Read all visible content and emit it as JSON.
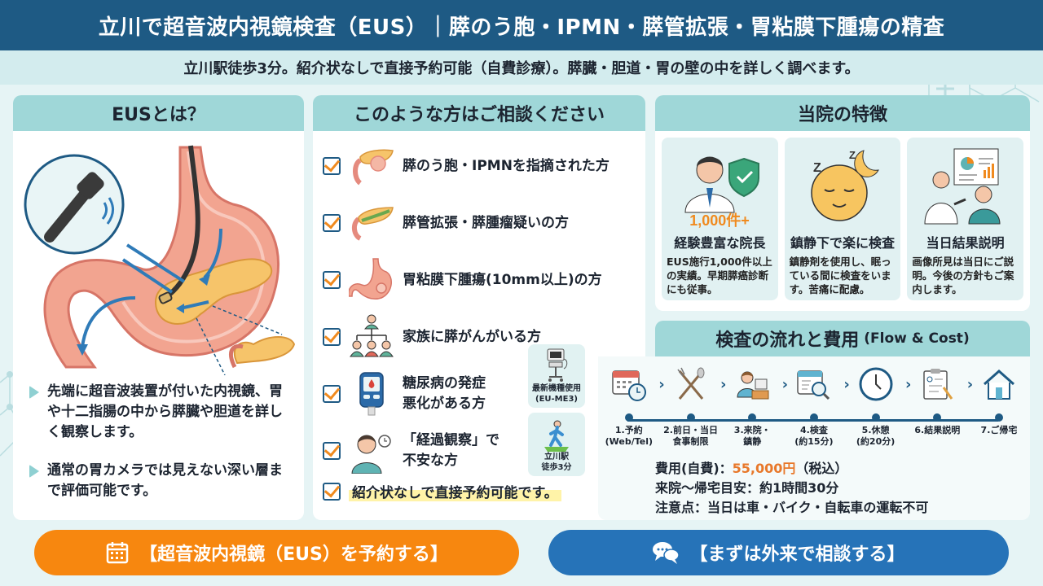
{
  "header": {
    "title": "立川で超音波内視鏡検査（EUS）｜膵のう胞・IPMN・膵管拡張・胃粘膜下腫瘍の精査",
    "subtitle": "立川駅徒歩3分。紹介状なしで直接予約可能（自費診療）。膵臓・胆道・胃の壁の中を詳しく調べます。"
  },
  "colors": {
    "header_bg": "#1e5a84",
    "section_head": "#9fd7d8",
    "accent_orange": "#f7870f",
    "accent_blue": "#2673b8",
    "price": "#e8782a"
  },
  "eus": {
    "title": "EUSとは？",
    "bullets": [
      "先端に超音波装置が付いた内視鏡、胃や十二指腸の中から膵臓や胆道を詳しく観察します。",
      "通常の胃カメラでは見えない深い層まで評価可能です。"
    ]
  },
  "consult": {
    "title": "このような方はご相談ください",
    "items": [
      {
        "icon": "pancreas-cyst-icon",
        "text": "膵のう胞・IPMNを指摘された方"
      },
      {
        "icon": "pancreatic-duct-icon",
        "text": "膵管拡張・膵腫瘤疑いの方"
      },
      {
        "icon": "stomach-icon",
        "text": "胃粘膜下腫瘍(10mm以上)の方"
      },
      {
        "icon": "family-tree-icon",
        "text": "家族に膵がんがいる方"
      },
      {
        "icon": "glucose-meter-icon",
        "text": "糖尿病の発症\n悪化がある方"
      },
      {
        "icon": "worried-person-icon",
        "text": "「経過観察」で\n不安な方"
      }
    ],
    "highlight": "紹介状なしで直接予約可能です。",
    "badges": [
      {
        "icon": "ultrasound-machine-icon",
        "text": "最新機種使用\n(EU-ME3)"
      },
      {
        "icon": "walking-person-icon",
        "text": "立川駅\n徒歩3分"
      }
    ]
  },
  "features": {
    "title": "当院の特徴",
    "items": [
      {
        "icon": "doctor-shield-icon",
        "badge": "1,000件+",
        "title": "経験豊富な院長",
        "desc": "EUS施行1,000件以上の実績。早期膵癌診断にも従事。"
      },
      {
        "icon": "sleeping-face-icon",
        "title": "鎮静下で楽に検査",
        "desc": "鎮静剤を使用し、眠っている間に検査をいます。苦痛に配慮。"
      },
      {
        "icon": "doctor-explaining-icon",
        "title": "当日結果説明",
        "desc": "画像所見は当日にご説明。今後の方針もご案内します。"
      }
    ]
  },
  "flow": {
    "title": "検査の流れと費用",
    "title_en": "(Flow & Cost)",
    "steps": [
      {
        "icon": "calendar-clock-icon",
        "label": "1.予約\n(Web/Tel)"
      },
      {
        "icon": "utensils-icon",
        "label": "2.前日・当日\n食事制限"
      },
      {
        "icon": "reception-icon",
        "label": "3.来院・\n鎮静"
      },
      {
        "icon": "exam-search-icon",
        "label": "4.検査\n(約15分)"
      },
      {
        "icon": "clock-icon",
        "label": "5.休憩\n(約20分)"
      },
      {
        "icon": "clipboard-icon",
        "label": "6.結果説明"
      },
      {
        "icon": "home-icon",
        "label": "7.ご帰宅"
      }
    ],
    "cost_label": "費用(自費)：",
    "cost_value": "55,000円",
    "cost_tax": "（税込）",
    "duration": "来院～帰宅目安：約1時間30分",
    "notice": "注意点：当日は車・バイク・自転車の運転不可"
  },
  "buttons": {
    "reserve": "【超音波内視鏡（EUS）を予約する】",
    "consult": "【まずは外来で相談する】"
  }
}
